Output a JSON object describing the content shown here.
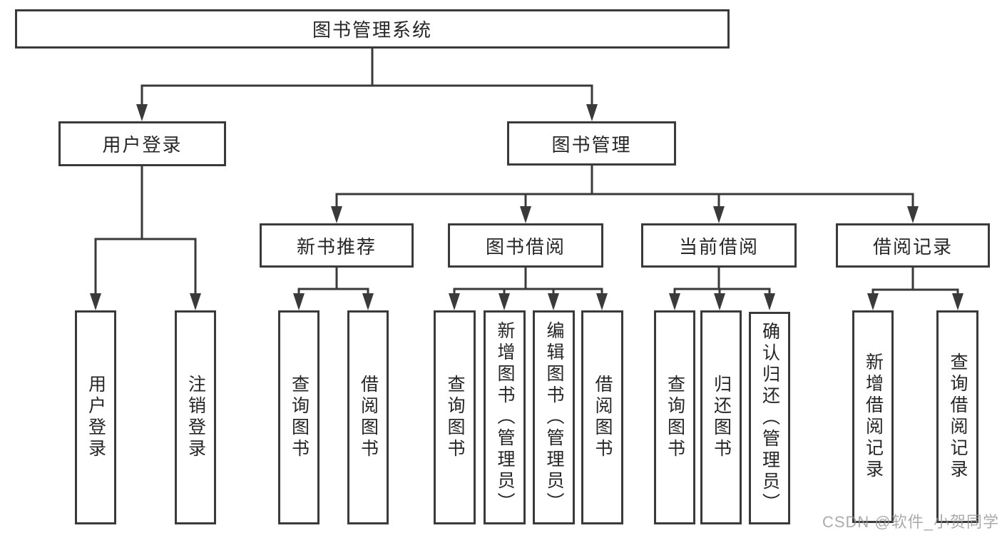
{
  "diagram": {
    "title": "图书管理系统",
    "root": {
      "label": "图书管理系统"
    },
    "level2": [
      {
        "label": "用户登录"
      },
      {
        "label": "图书管理"
      }
    ],
    "level3": [
      {
        "label": "新书推荐"
      },
      {
        "label": "图书借阅"
      },
      {
        "label": "当前借阅"
      },
      {
        "label": "借阅记录"
      }
    ],
    "leaves": [
      {
        "label": "用户登录",
        "parent": "用户登录"
      },
      {
        "label": "注销登录",
        "parent": "用户登录"
      },
      {
        "label": "查询图书",
        "parent": "新书推荐"
      },
      {
        "label": "借阅图书",
        "parent": "新书推荐"
      },
      {
        "label": "查询图书",
        "parent": "图书借阅"
      },
      {
        "label": "新增图书（管理员）",
        "parent": "图书借阅"
      },
      {
        "label": "编辑图书（管理员）",
        "parent": "图书借阅"
      },
      {
        "label": "借阅图书",
        "parent": "图书借阅"
      },
      {
        "label": "查询图书",
        "parent": "当前借阅"
      },
      {
        "label": "归还图书",
        "parent": "当前借阅"
      },
      {
        "label": "确认归还（管理员）",
        "parent": "当前借阅"
      },
      {
        "label": "新增借阅记录",
        "parent": "借阅记录"
      },
      {
        "label": "查询借阅记录",
        "parent": "借阅记录"
      }
    ]
  },
  "watermark": {
    "text": "CSDN @软件_小贺同学"
  },
  "colors": {
    "line": "#3a3a3a",
    "text": "#262626",
    "background": "#ffffff",
    "watermark": "#969696"
  }
}
